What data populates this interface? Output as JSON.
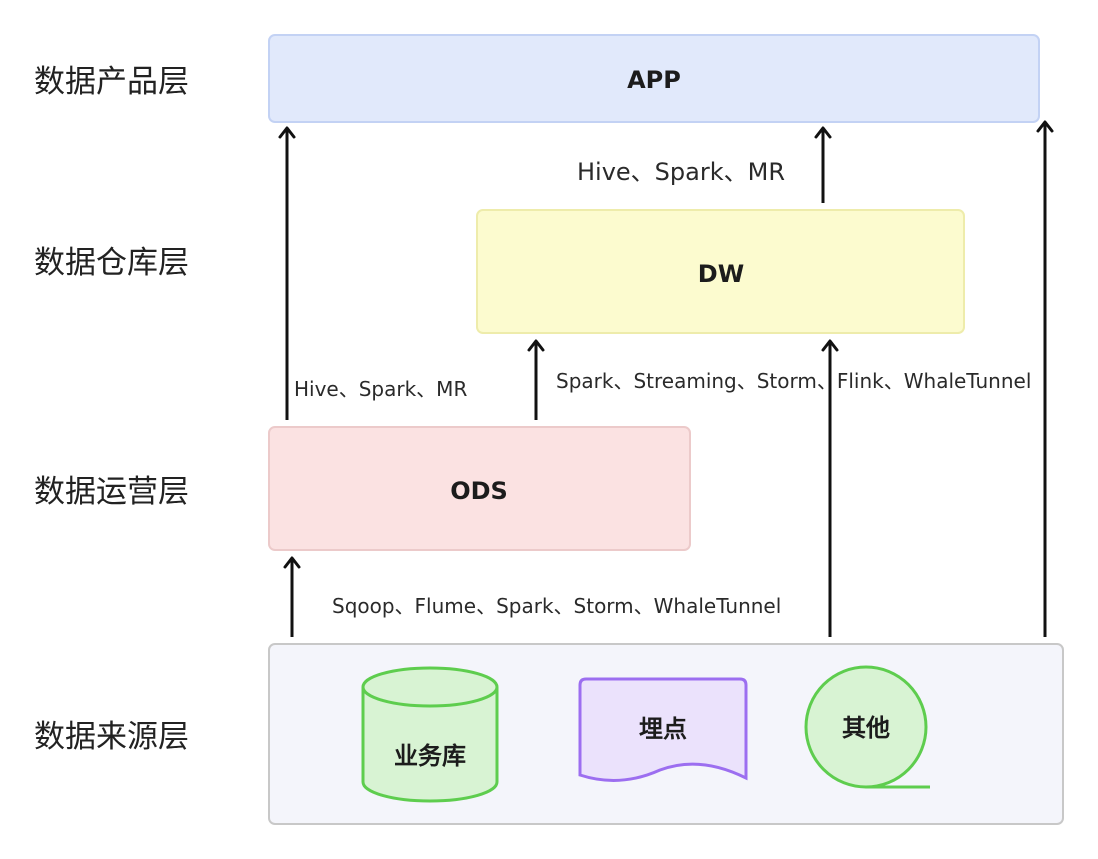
{
  "layers": {
    "product": "数据产品层",
    "warehouse": "数据仓库层",
    "ops": "数据运营层",
    "source": "数据来源层"
  },
  "boxes": {
    "app": "APP",
    "dw": "DW",
    "ods": "ODS"
  },
  "sources": {
    "business_db": "业务库",
    "tracking": "埋点",
    "other": "其他"
  },
  "edge_labels": {
    "dw_to_app": "Hive、Spark、MR",
    "ods_to_app": "Hive、Spark、MR",
    "to_dw": "Spark、Streaming、Storm、Flink、WhaleTunnel",
    "source_to_ods": "Sqoop、Flume、Spark、Storm、WhaleTunnel"
  },
  "colors": {
    "app_fill": "#e1e9fb",
    "app_stroke": "#c3d2f4",
    "dw_fill": "#fcfbcf",
    "dw_stroke": "#eeecab",
    "ods_fill": "#fbe2e2",
    "ods_stroke": "#eccaca",
    "source_fill": "#f4f5fb",
    "source_stroke": "#c8c8c8",
    "green_fill": "#d8f3d3",
    "green_stroke": "#5ecd4e",
    "purple_fill": "#ebe2fc",
    "purple_stroke": "#9c6ef0"
  }
}
